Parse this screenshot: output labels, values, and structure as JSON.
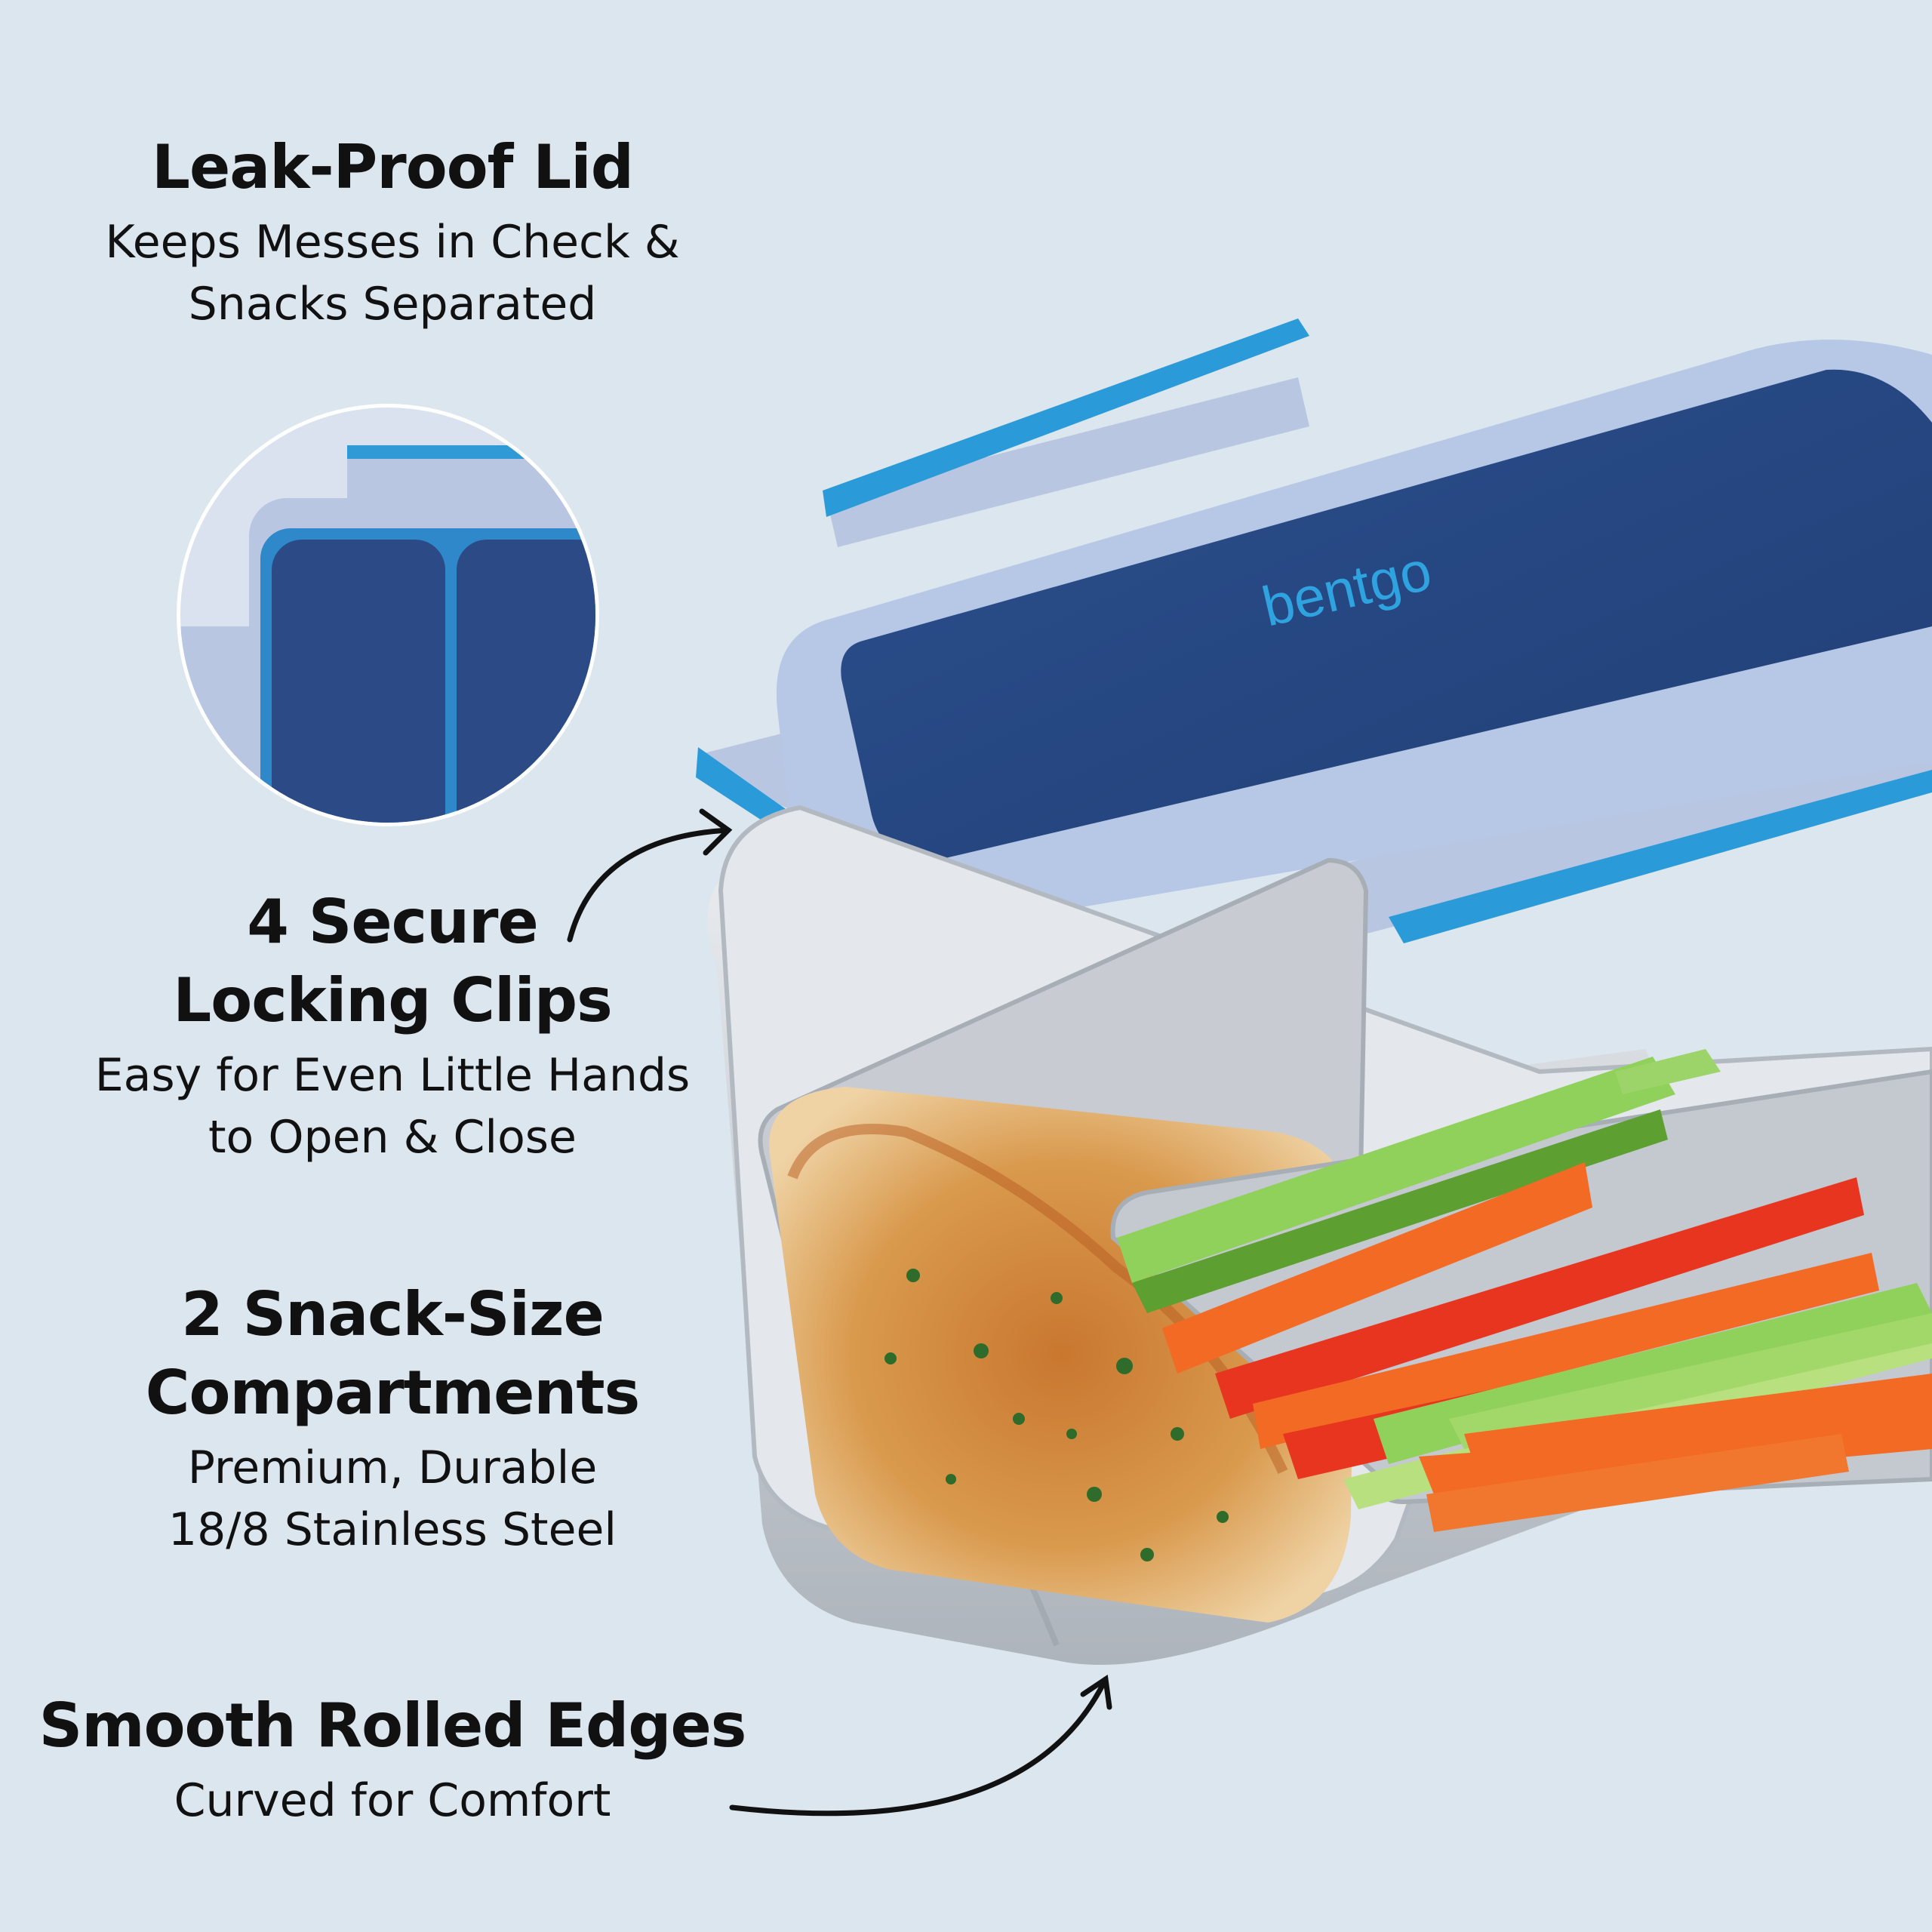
{
  "features": [
    {
      "title": "Leak-Proof Lid",
      "desc": "Keeps Messes in Check &\nSnacks Separated"
    },
    {
      "title": "4 Secure\nLocking Clips",
      "desc": "Easy for Even Little Hands\nto Open & Close"
    },
    {
      "title": "2 Snack-Size\nCompartments",
      "desc": "Premium, Durable\n18/8 Stainless Steel"
    },
    {
      "title": "Smooth Rolled Edges",
      "desc": "Curved for Comfort"
    }
  ],
  "lid": {
    "brand": "bentgo"
  },
  "colors": {
    "background": "#dce6ef",
    "lid_frame": "#b7c7e6",
    "lid_panel": "#25467f",
    "clip_accent": "#2b9ad8",
    "steel": "#cfd3d8",
    "hummus": "#d89a4c",
    "carrot": "#f26a24",
    "cucumber": "#8fd15a"
  }
}
